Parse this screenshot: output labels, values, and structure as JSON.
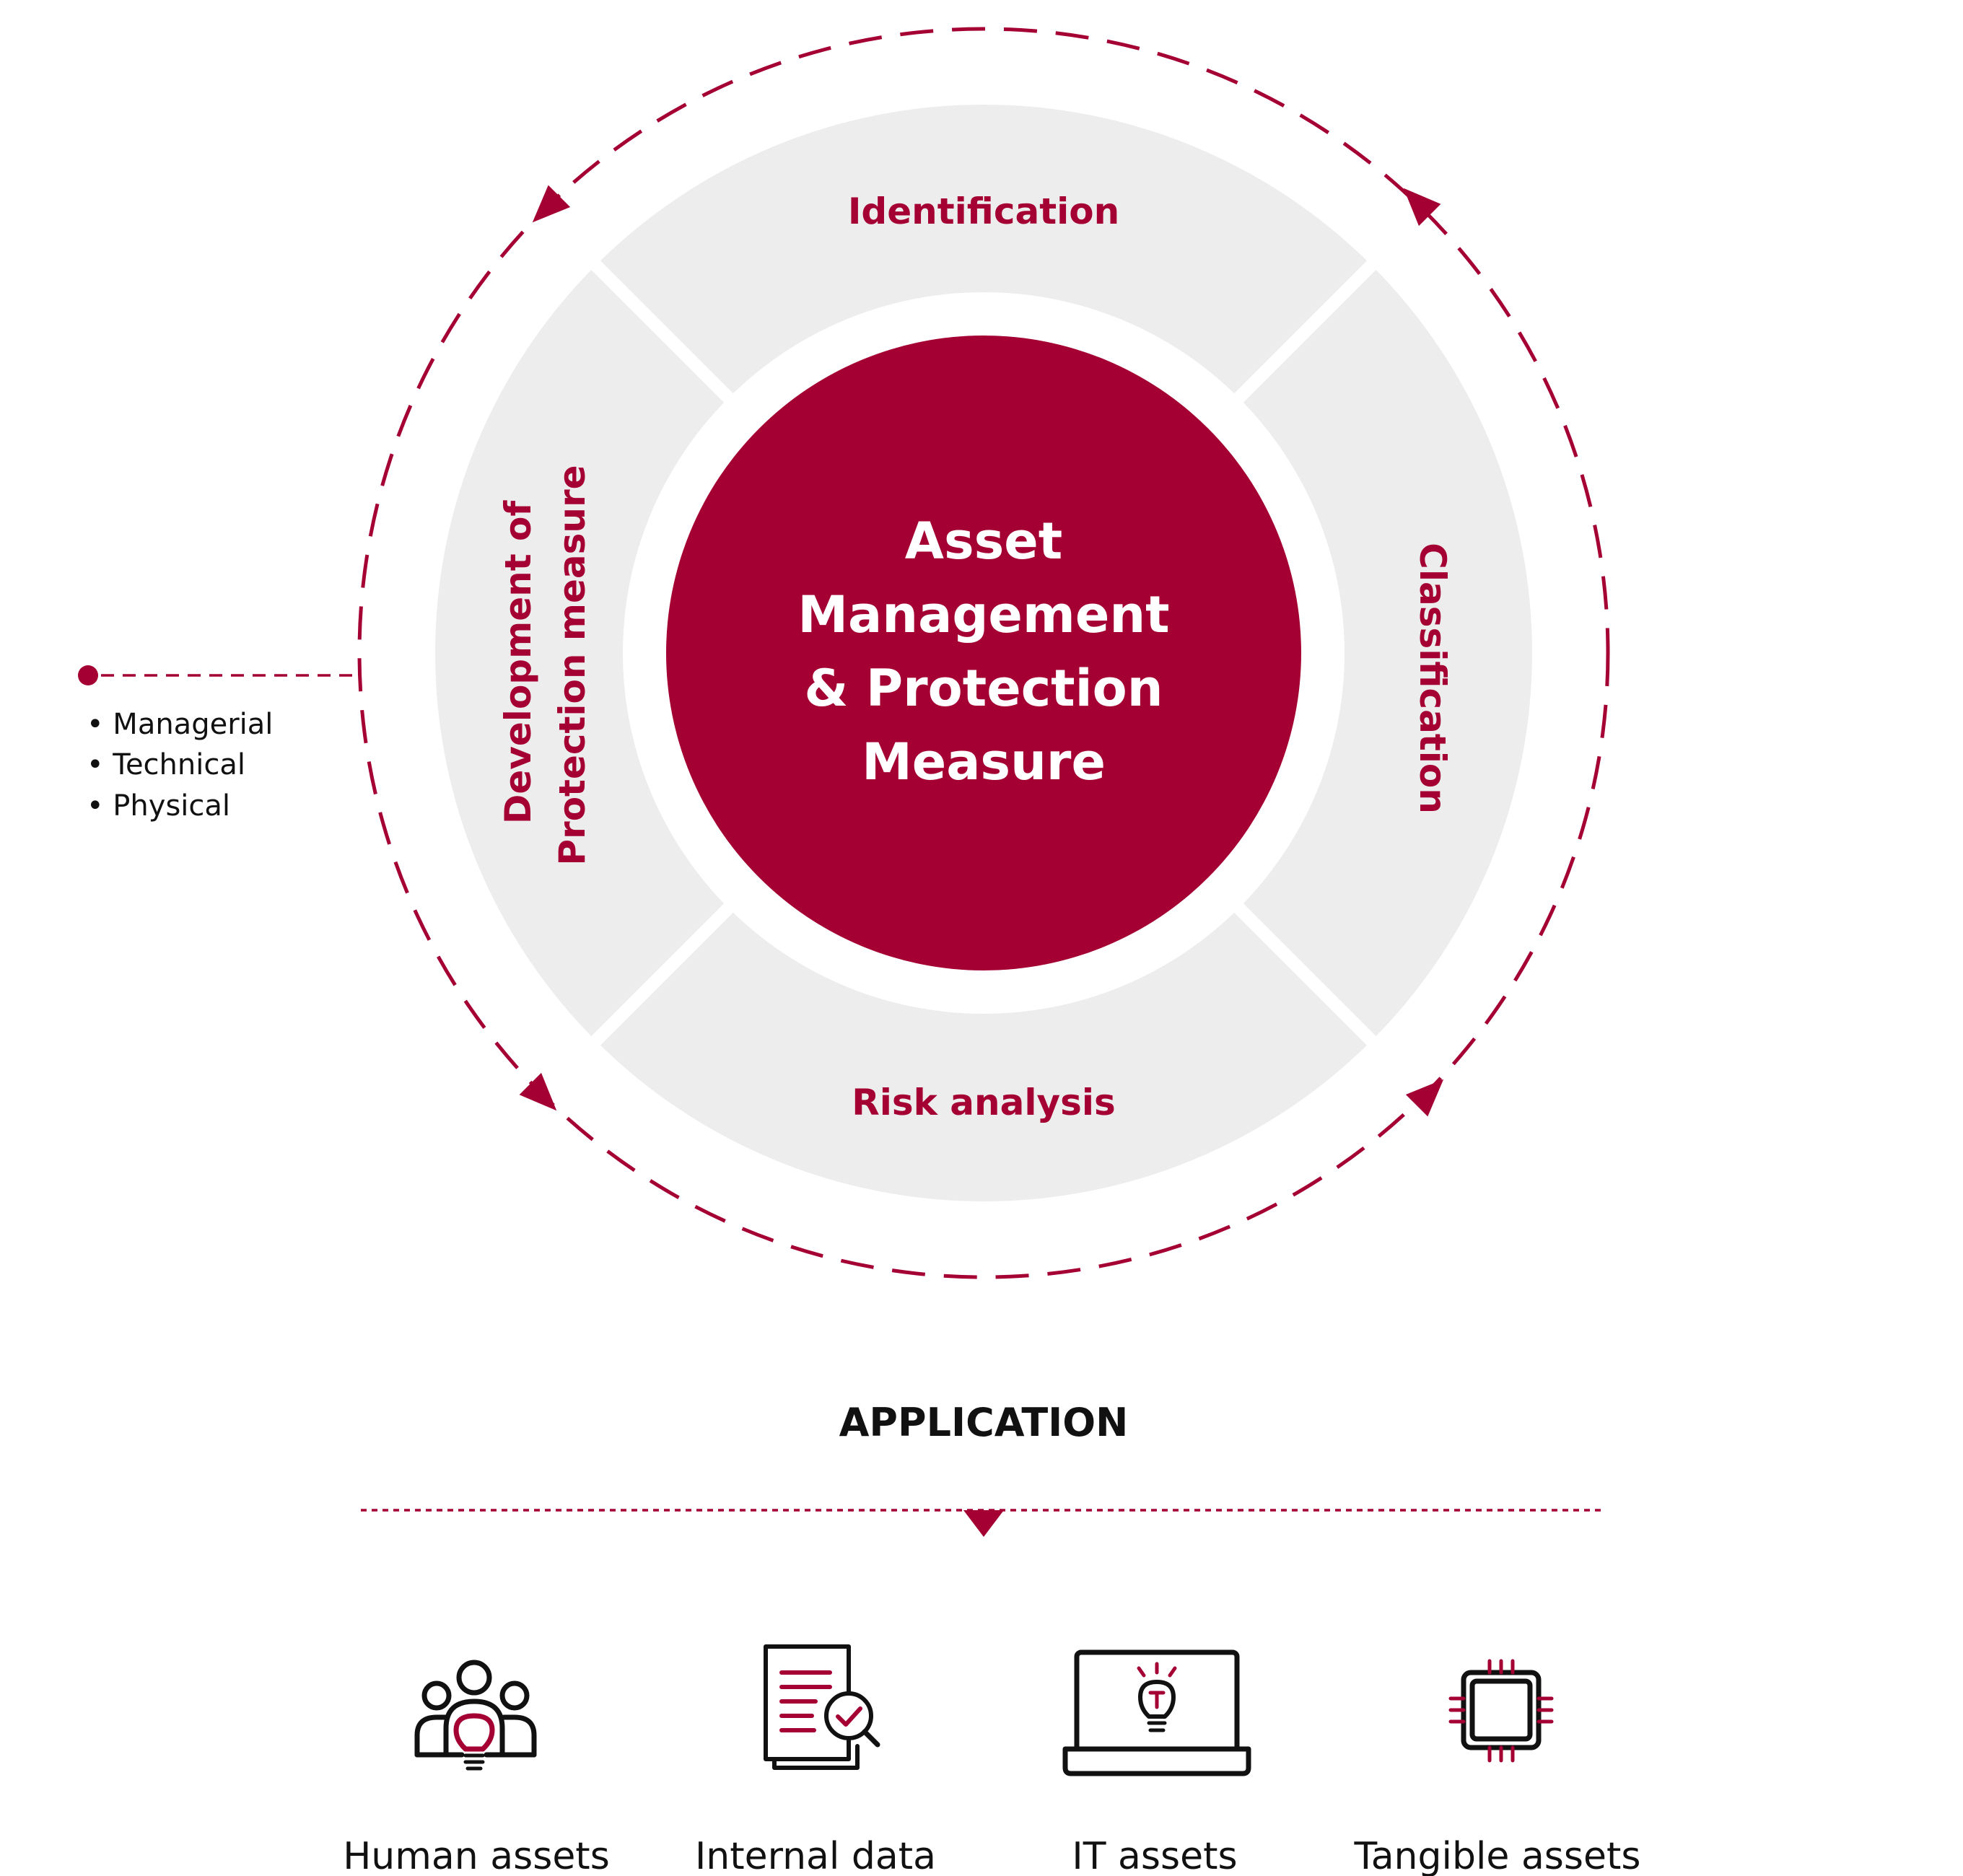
{
  "colors": {
    "accent": "#a50034",
    "ring": "#ededed",
    "text": "#111111",
    "white": "#ffffff"
  },
  "cycle": {
    "center_lines": [
      "Asset",
      "Management",
      "& Protection",
      "Measure"
    ],
    "segments": {
      "top": "Identification",
      "right": "Classification",
      "bottom": "Risk analysis",
      "left_line1": "Development of",
      "left_line2": "Protection measure"
    }
  },
  "measures": {
    "items": [
      "• Managerial",
      "• Technical",
      "• Physical"
    ]
  },
  "application": {
    "heading": "APPLICATION",
    "items": [
      {
        "icon": "people-bulb-icon",
        "label": "Human assets"
      },
      {
        "icon": "document-magnifier-check-icon",
        "label": "Internal data"
      },
      {
        "icon": "laptop-bulb-icon",
        "label": "IT assets"
      },
      {
        "icon": "chip-icon",
        "label": "Tangible assets"
      }
    ]
  }
}
